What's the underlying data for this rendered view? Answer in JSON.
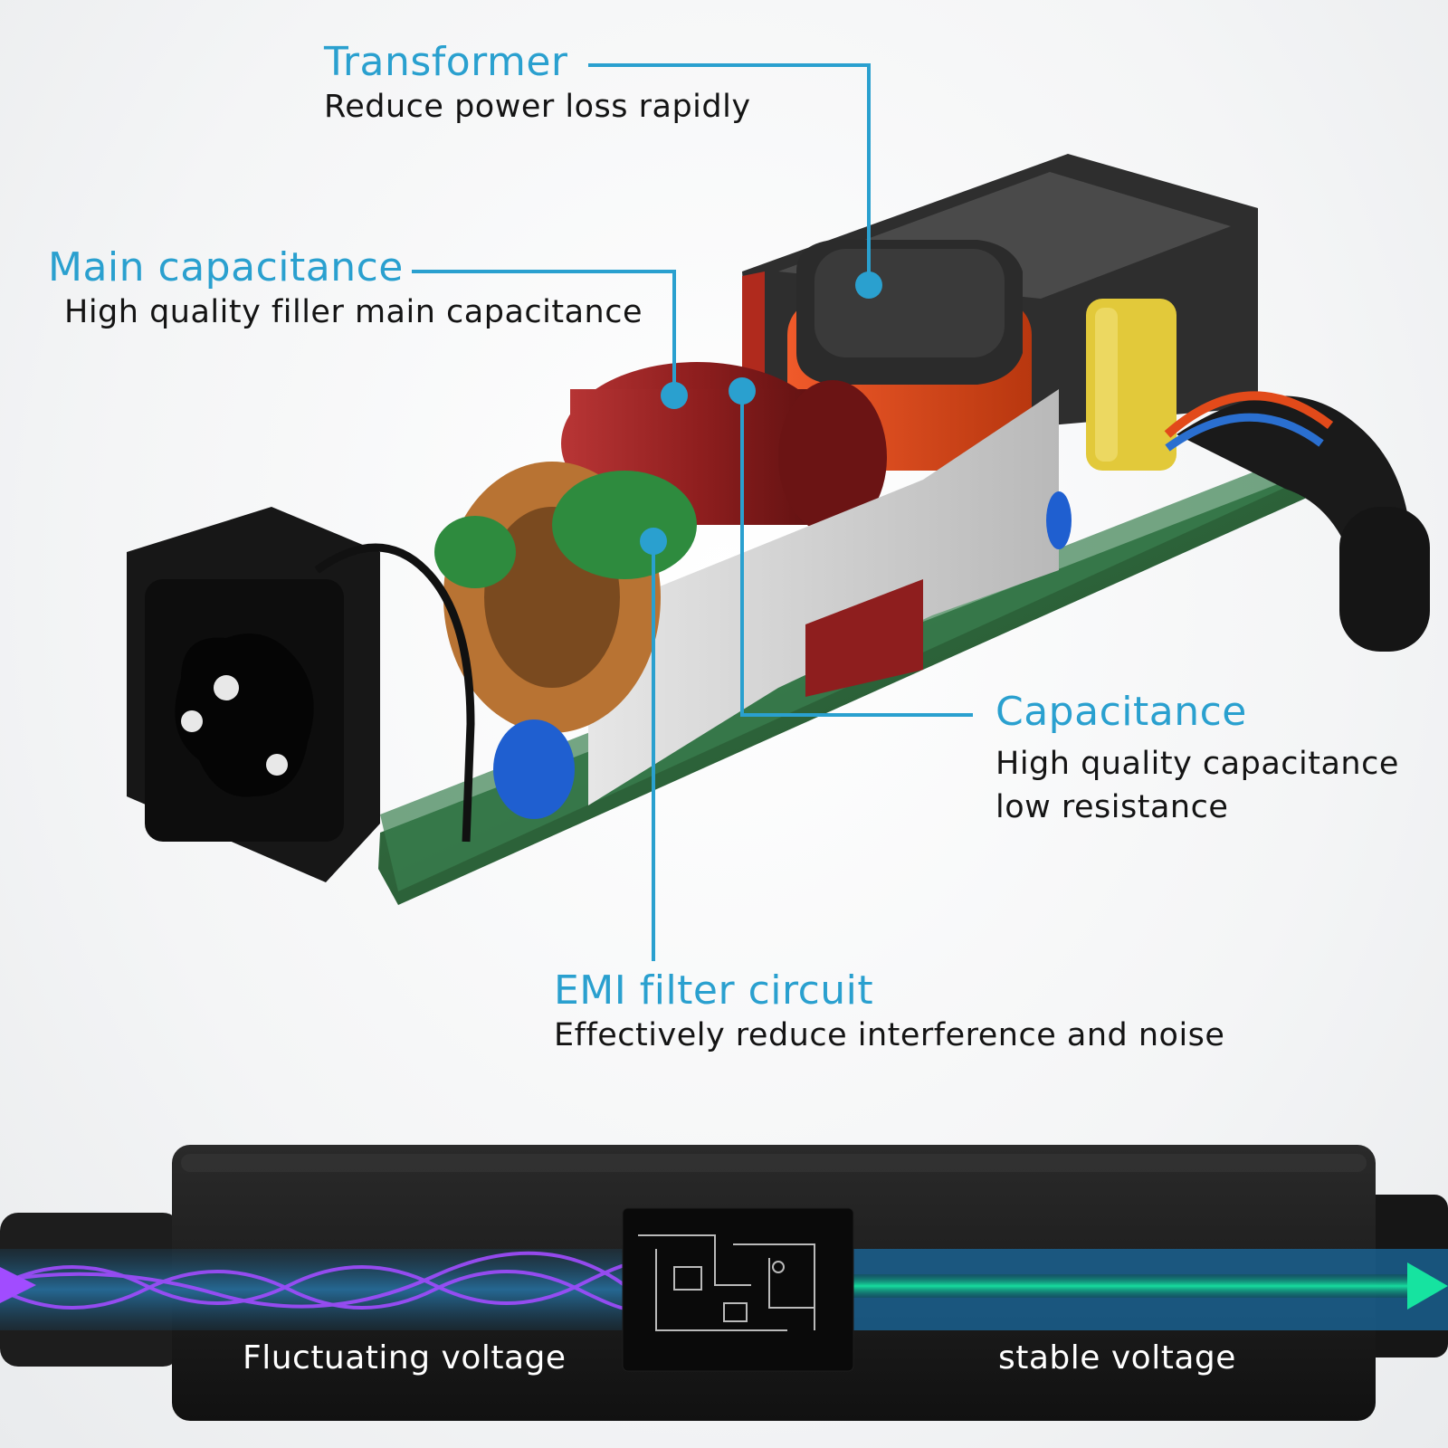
{
  "colors": {
    "accent": "#2aa0cf",
    "text": "#141414",
    "pcb": "#2f6b3e",
    "capacitor_red": "#8e1e1e",
    "transformer_orange": "#d8451c",
    "case": "#1b1b1b",
    "fluctuating_wave": "#a14cff",
    "stable_wave": "#16e3a0"
  },
  "icons": [
    "ac-socket-icon",
    "circuit-schematic-icon",
    "arrow-right-icon"
  ],
  "callouts": {
    "transformer": {
      "title": "Transformer",
      "description": "Reduce power loss rapidly"
    },
    "main_capacitance": {
      "title": "Main capacitance",
      "description": "High quality filler main capacitance"
    },
    "capacitance": {
      "title": "Capacitance",
      "description_line1": "High quality capacitance",
      "description_line2": "low resistance"
    },
    "emi_filter": {
      "title": "EMI filter circuit",
      "description": "Effectively reduce interference and noise"
    }
  },
  "voltage_comparison": {
    "input_label": "Fluctuating voltage",
    "output_label": "stable voltage"
  }
}
